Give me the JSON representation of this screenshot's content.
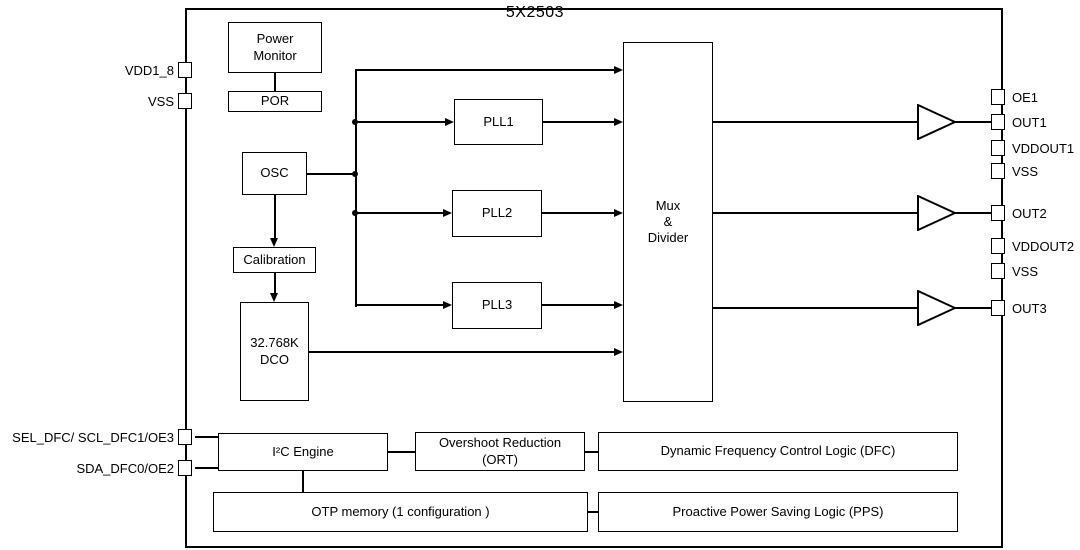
{
  "title": "5X2503",
  "blocks": {
    "power_monitor": "Power\nMonitor",
    "por": "POR",
    "osc": "OSC",
    "calibration": "Calibration",
    "dco": "32.768K\nDCO",
    "pll1": "PLL1",
    "pll2": "PLL2",
    "pll3": "PLL3",
    "mux_divider": "Mux\n&\nDivider",
    "i2c_engine": "I²C Engine",
    "ort": "Overshoot Reduction\n(ORT)",
    "dfc": "Dynamic Frequency Control Logic  (DFC)",
    "otp": "OTP memory (1 configuration )",
    "pps": "Proactive Power Saving Logic  (PPS)"
  },
  "pins": {
    "left": [
      {
        "label": "VDD1_8"
      },
      {
        "label": "VSS"
      },
      {
        "label": "SEL_DFC/ SCL_DFC1/OE3"
      },
      {
        "label": "SDA_DFC0/OE2"
      }
    ],
    "right": [
      {
        "label": "OE1"
      },
      {
        "label": "OUT1"
      },
      {
        "label": "VDDOUT1"
      },
      {
        "label": "VSS"
      },
      {
        "label": "OUT2"
      },
      {
        "label": "VDDOUT2"
      },
      {
        "label": "VSS"
      },
      {
        "label": "OUT3"
      }
    ]
  }
}
